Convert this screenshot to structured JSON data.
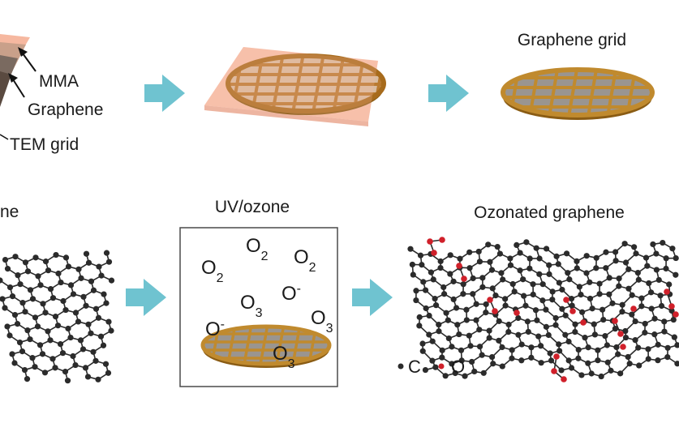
{
  "top_row": {
    "stack_labels": [
      "MMA",
      "Graphene",
      "TEM grid"
    ],
    "result_title": "Graphene grid"
  },
  "bottom_row": {
    "left_title": "ne",
    "uv_title": "UV/ozone",
    "result_title": "Ozonated graphene",
    "molecules": [
      {
        "base": "O",
        "sub": "2",
        "sup": ""
      },
      {
        "base": "O",
        "sub": "2",
        "sup": ""
      },
      {
        "base": "O",
        "sub": "2",
        "sup": ""
      },
      {
        "base": "O",
        "sub": "",
        "sup": "-"
      },
      {
        "base": "O",
        "sub": "3",
        "sup": ""
      },
      {
        "base": "O",
        "sub": "3",
        "sup": ""
      },
      {
        "base": "O",
        "sub": "",
        "sup": "-"
      },
      {
        "base": "O",
        "sub": "3",
        "sup": ""
      }
    ],
    "legend": [
      {
        "symbol": "•",
        "label": "C",
        "color": "#2b2b2b"
      },
      {
        "symbol": "•",
        "label": "O",
        "color": "#d0202a"
      }
    ]
  },
  "colors": {
    "arrow": "#6fc3d0",
    "grid_gold": "#c08a2e",
    "grid_dark": "#8a5c14",
    "mma_pink": "#f6b8a0",
    "carbon": "#2b2b2b",
    "oxygen": "#d0202a"
  }
}
